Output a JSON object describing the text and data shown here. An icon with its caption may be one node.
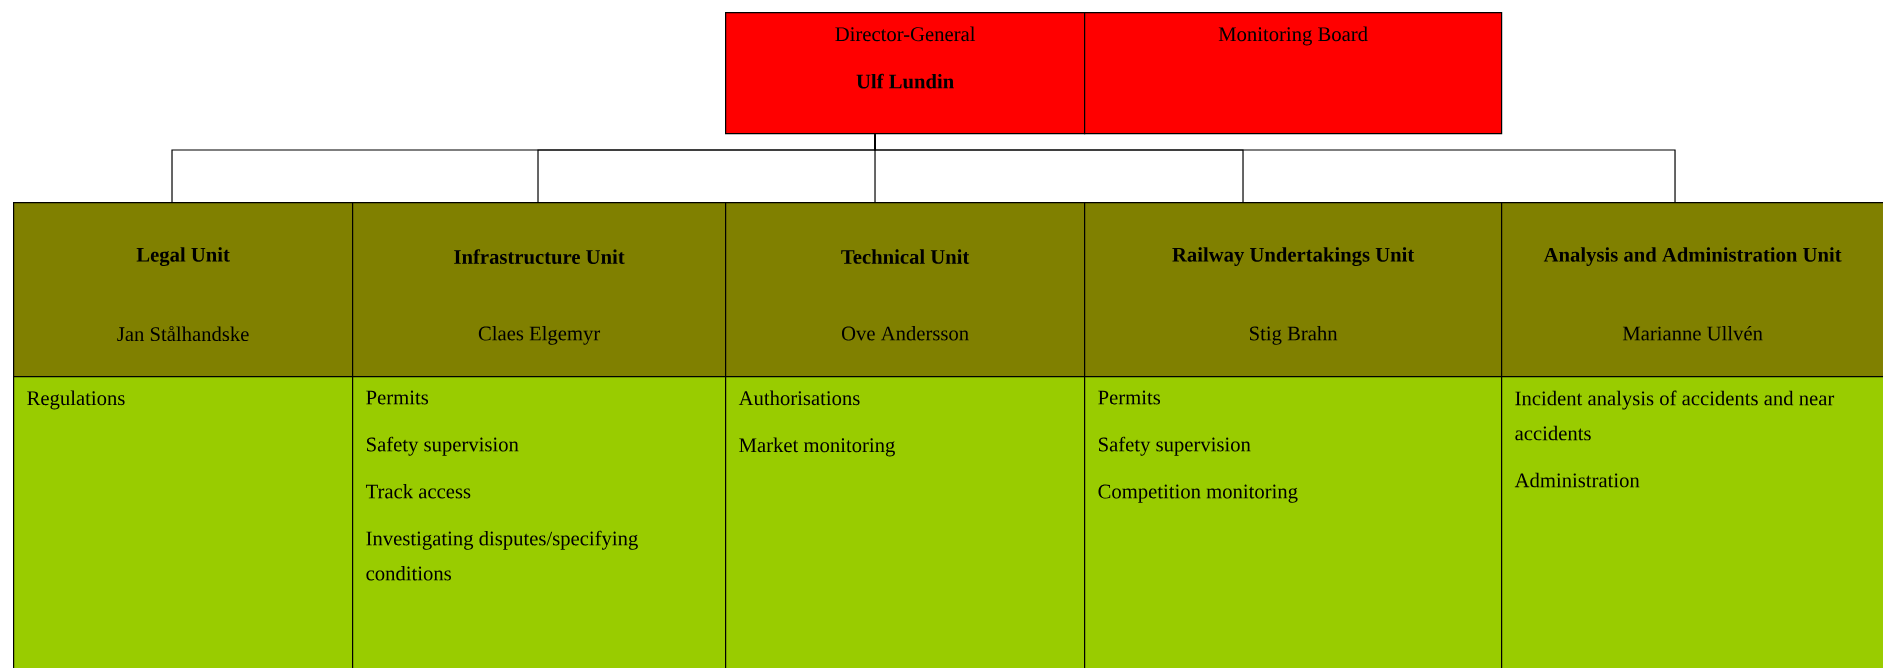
{
  "diagram": {
    "nodes": [
      {
        "text": [
          "Director-General",
          "Ulf Lundin"
        ]
      },
      {
        "text": [
          "Monitoring Board"
        ]
      },
      {
        "text": [
          "Legal Unit",
          "Jan Stålhandske"
        ]
      },
      {
        "text": [
          "Regulations"
        ]
      },
      {
        "text": [
          "Infrastructure Unit",
          "Claes Elgemyr"
        ]
      },
      {
        "text": [
          "Permits",
          "Safety supervision",
          "Track access",
          "Investigating disputes/specifying conditions"
        ]
      },
      {
        "text": [
          "Technical Unit",
          "Ove Andersson"
        ]
      },
      {
        "text": [
          "Authorisations",
          "Market monitoring"
        ]
      },
      {
        "text": [
          "Railway Undertakings Unit",
          "Stig Brahn"
        ]
      },
      {
        "text": [
          "Permits",
          "Safety supervision",
          "Competition monitoring"
        ]
      },
      {
        "text": [
          "Analysis and Administration Unit",
          "Marianne Ullvén"
        ]
      },
      {
        "text": [
          "Incident analysis of accidents and near accidents",
          "Administration"
        ]
      }
    ],
    "edges": [
      {
        "from": 0,
        "to": 2,
        "arrow": "none"
      },
      {
        "from": 0,
        "to": 4,
        "arrow": "none"
      },
      {
        "from": 0,
        "to": 6,
        "arrow": "none"
      },
      {
        "from": 0,
        "to": 8,
        "arrow": "none"
      },
      {
        "from": 0,
        "to": 10,
        "arrow": "none"
      }
    ]
  }
}
